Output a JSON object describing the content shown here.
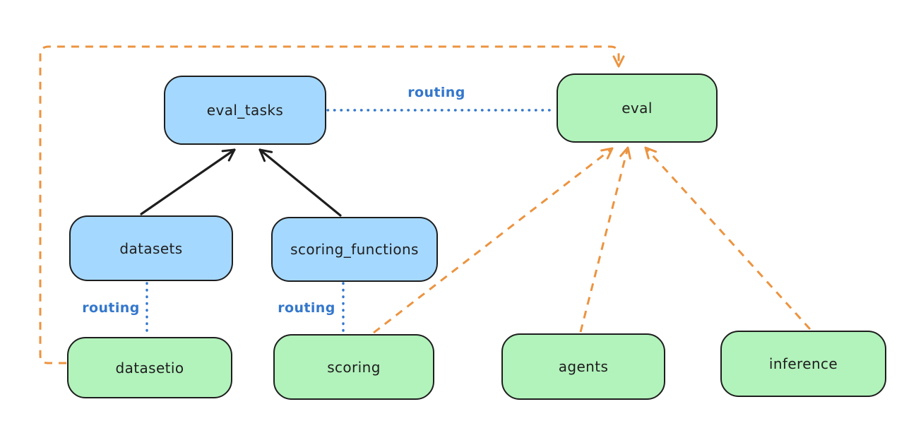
{
  "diagram": {
    "nodes": [
      {
        "id": "eval_tasks",
        "label": "eval_tasks",
        "color": "blue"
      },
      {
        "id": "eval",
        "label": "eval",
        "color": "green"
      },
      {
        "id": "datasets",
        "label": "datasets",
        "color": "blue"
      },
      {
        "id": "scoring_functions",
        "label": "scoring_functions",
        "color": "blue"
      },
      {
        "id": "datasetio",
        "label": "datasetio",
        "color": "green"
      },
      {
        "id": "scoring",
        "label": "scoring",
        "color": "green"
      },
      {
        "id": "agents",
        "label": "agents",
        "color": "green"
      },
      {
        "id": "inference",
        "label": "inference",
        "color": "green"
      }
    ],
    "edges": [
      {
        "from": "datasets",
        "to": "eval_tasks",
        "style": "solid-arrow",
        "color": "black",
        "label": ""
      },
      {
        "from": "scoring_functions",
        "to": "eval_tasks",
        "style": "solid-arrow",
        "color": "black",
        "label": ""
      },
      {
        "from": "eval_tasks",
        "to": "eval",
        "style": "dotted",
        "color": "blue",
        "label": "routing"
      },
      {
        "from": "datasets",
        "to": "datasetio",
        "style": "dotted",
        "color": "blue",
        "label": "routing"
      },
      {
        "from": "scoring_functions",
        "to": "scoring",
        "style": "dotted",
        "color": "blue",
        "label": "routing"
      },
      {
        "from": "datasetio",
        "to": "eval",
        "style": "dashed-arrow",
        "color": "orange",
        "label": ""
      },
      {
        "from": "scoring",
        "to": "eval",
        "style": "dashed-arrow",
        "color": "orange",
        "label": ""
      },
      {
        "from": "agents",
        "to": "eval",
        "style": "dashed-arrow",
        "color": "orange",
        "label": ""
      },
      {
        "from": "inference",
        "to": "eval",
        "style": "dashed-arrow",
        "color": "orange",
        "label": ""
      }
    ],
    "colors": {
      "node_blue_fill": "#a5d8ff",
      "node_green_fill": "#b2f2bb",
      "node_border": "#1e1e1e",
      "edge_black": "#1e1e1e",
      "edge_blue": "#3377cc",
      "edge_orange": "#ec9440",
      "background": "#ffffff"
    }
  }
}
